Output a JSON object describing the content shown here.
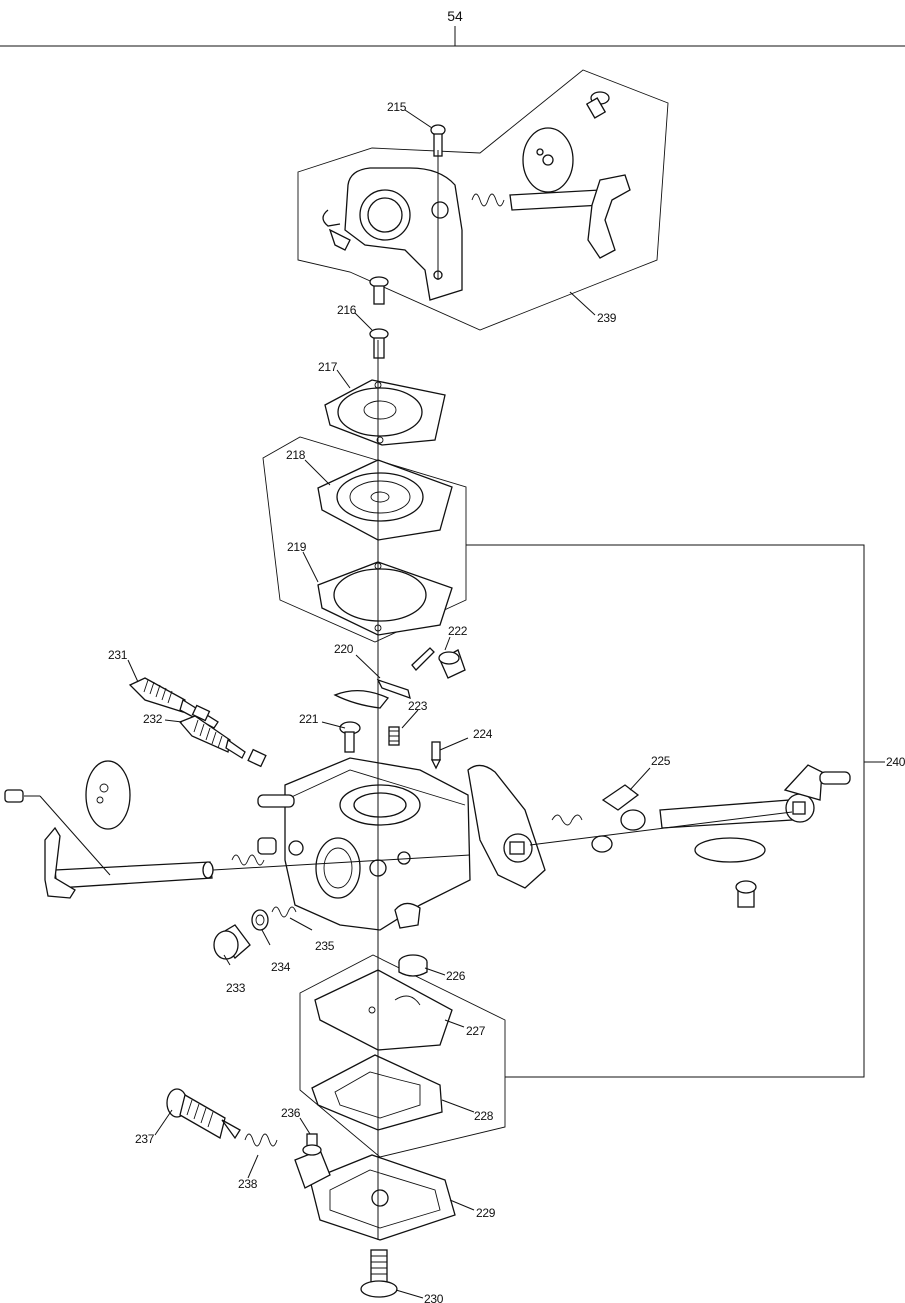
{
  "page_number": "54",
  "parts": [
    {
      "id": "215",
      "label": "215"
    },
    {
      "id": "216",
      "label": "216"
    },
    {
      "id": "217",
      "label": "217"
    },
    {
      "id": "218",
      "label": "218"
    },
    {
      "id": "219",
      "label": "219"
    },
    {
      "id": "220",
      "label": "220"
    },
    {
      "id": "221",
      "label": "221"
    },
    {
      "id": "222",
      "label": "222"
    },
    {
      "id": "223",
      "label": "223"
    },
    {
      "id": "224",
      "label": "224"
    },
    {
      "id": "225",
      "label": "225"
    },
    {
      "id": "226",
      "label": "226"
    },
    {
      "id": "227",
      "label": "227"
    },
    {
      "id": "228",
      "label": "228"
    },
    {
      "id": "229",
      "label": "229"
    },
    {
      "id": "230",
      "label": "230"
    },
    {
      "id": "231",
      "label": "231"
    },
    {
      "id": "232",
      "label": "232"
    },
    {
      "id": "233",
      "label": "233"
    },
    {
      "id": "234",
      "label": "234"
    },
    {
      "id": "235",
      "label": "235"
    },
    {
      "id": "236",
      "label": "236"
    },
    {
      "id": "237",
      "label": "237"
    },
    {
      "id": "238",
      "label": "238"
    },
    {
      "id": "239",
      "label": "239"
    },
    {
      "id": "240",
      "label": "240"
    }
  ]
}
